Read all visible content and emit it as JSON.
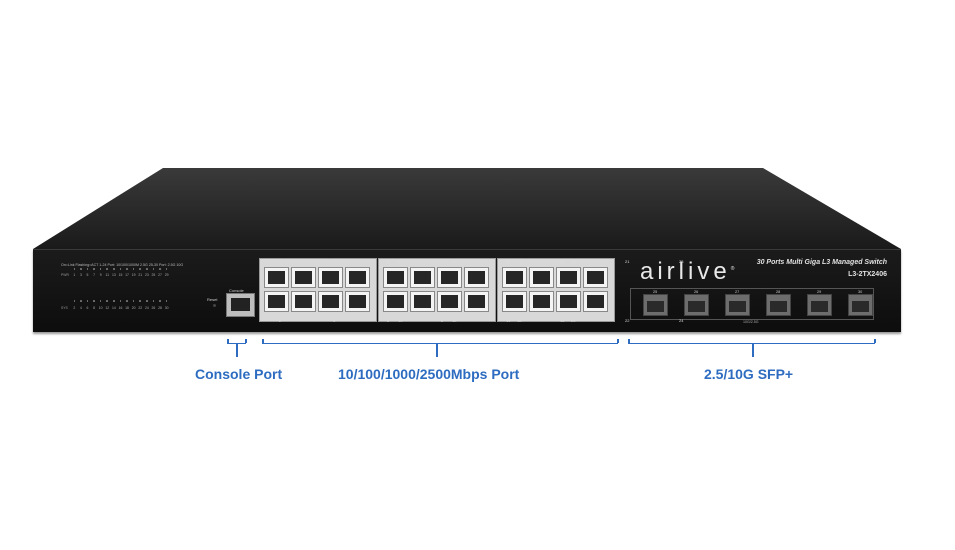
{
  "device": {
    "brand": "airlive",
    "brand_mark": "®",
    "model_title": "30 Ports Multi Giga L3 Managed Switch",
    "model_id": "L3-2TX2406",
    "led_legend": "On=Link  Flashing=ACT  1-24 Port:  10/100/1000M  2.5G  25-30 Port:  2.5G  10G",
    "led_row_labels": [
      "PWR",
      "SYS"
    ],
    "led_top_numbers": [
      "1",
      "3",
      "5",
      "7",
      "9",
      "11",
      "13",
      "15",
      "17",
      "19",
      "21",
      "23",
      "25",
      "27",
      "29"
    ],
    "led_bottom_numbers": [
      "2",
      "4",
      "6",
      "8",
      "10",
      "12",
      "14",
      "16",
      "18",
      "20",
      "22",
      "24",
      "26",
      "28",
      "30"
    ],
    "reset_label": "Reset",
    "console_label": "Console",
    "rj45_top_numbers": [
      "1",
      "3",
      "5",
      "7",
      "9",
      "11",
      "13",
      "15",
      "17",
      "19",
      "21",
      "23"
    ],
    "rj45_bottom_numbers": [
      "2",
      "4",
      "6",
      "8",
      "10",
      "12",
      "14",
      "16",
      "18",
      "20",
      "22",
      "24"
    ],
    "sfp_numbers": [
      "25",
      "26",
      "27",
      "28",
      "29",
      "30"
    ],
    "sfp_speed_label": "10G/2.5G"
  },
  "annotations": {
    "console": "Console Port",
    "rj45": "10/100/1000/2500Mbps Port",
    "sfp": "2.5/10G SFP+"
  },
  "colors": {
    "annotation": "#2d6cc0",
    "chassis": "#111111"
  }
}
